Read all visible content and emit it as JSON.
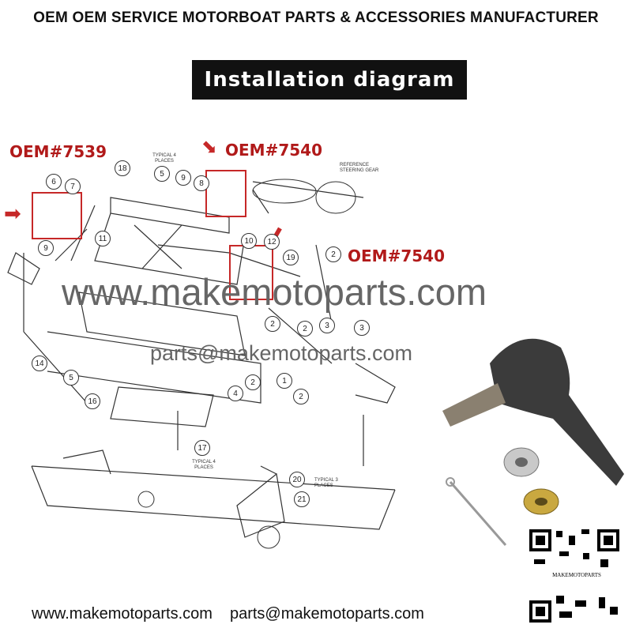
{
  "header": {
    "title": "OEM OEM SERVICE MOTORBOAT PARTS & ACCESSORIES MANUFACTURER"
  },
  "banner": {
    "label": "Installation diagram"
  },
  "oem_labels": [
    "OEM#7539",
    "OEM#7540",
    "OEM#7540"
  ],
  "diagram": {
    "callouts": [
      "6",
      "7",
      "18",
      "5",
      "9",
      "8",
      "11",
      "9",
      "10",
      "12",
      "2",
      "19",
      "2",
      "2",
      "3",
      "3",
      "14",
      "5",
      "1",
      "2",
      "4",
      "2",
      "16",
      "17",
      "20",
      "21"
    ],
    "notes": {
      "typical4_top": "TYPICAL 4 PLACES",
      "reference": "REFERENCE STEERING GEAR",
      "typical4_bottom": "TYPICAL 4 PLACES",
      "typical3": "TYPICAL 3 PLACES"
    }
  },
  "watermark": {
    "website": "www.makemotoparts.com",
    "email": "parts@makemotoparts.com"
  },
  "qr": {
    "label": "MAKEMOTOPARTS"
  },
  "footer": {
    "website": "www.makemotoparts.com",
    "email": "parts@makemotoparts.com"
  },
  "colors": {
    "accent_red": "#c62828",
    "banner_bg": "#111111"
  }
}
